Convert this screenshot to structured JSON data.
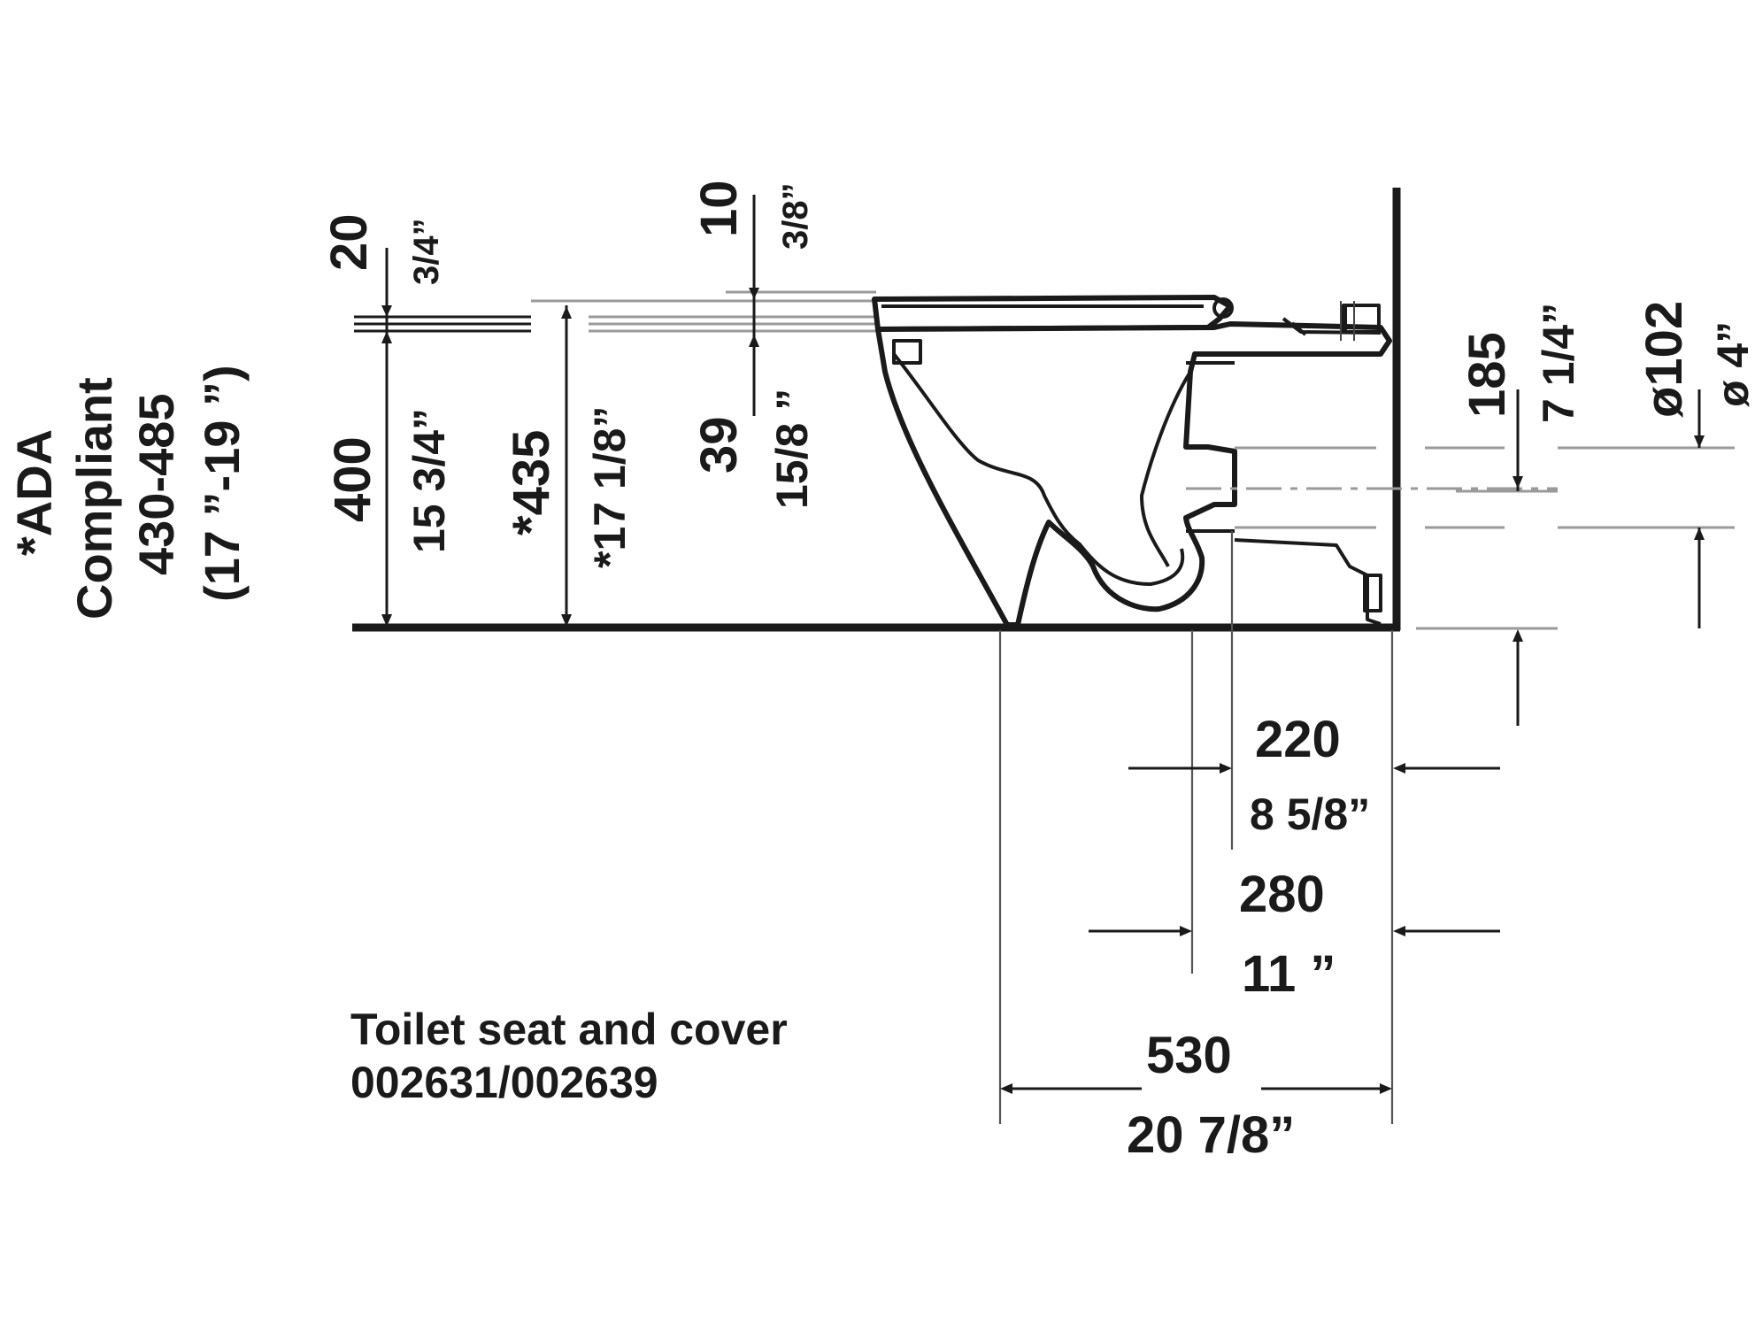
{
  "ada_note": {
    "line1": "*ADA",
    "line2": "Compliant",
    "line3": "430-485",
    "line4": "(17 ”-19 ”)"
  },
  "dimensions": {
    "seat_gap_mm": "20",
    "seat_gap_in": "3/4”",
    "height_400_mm": "400",
    "height_400_in": "15 3/4”",
    "height_435_mm": "*435",
    "height_435_in": "*17 1/8”",
    "top_10_mm": "10",
    "top_10_in": "3/8”",
    "bowl_39_mm": "39",
    "bowl_39_in": "15/8 ”",
    "outlet_185_mm": "185",
    "outlet_185_in": "7 1/4”",
    "outlet_dia_mm": "ø102",
    "outlet_dia_in": "ø 4”",
    "depth_220_mm": "220",
    "depth_220_in": "8 5/8”",
    "depth_280_mm": "280",
    "depth_280_in": "11 ”",
    "length_530_mm": "530",
    "length_530_in": "20 7/8”"
  },
  "note": {
    "line1": "Toilet seat and cover",
    "line2": "002631/002639"
  }
}
